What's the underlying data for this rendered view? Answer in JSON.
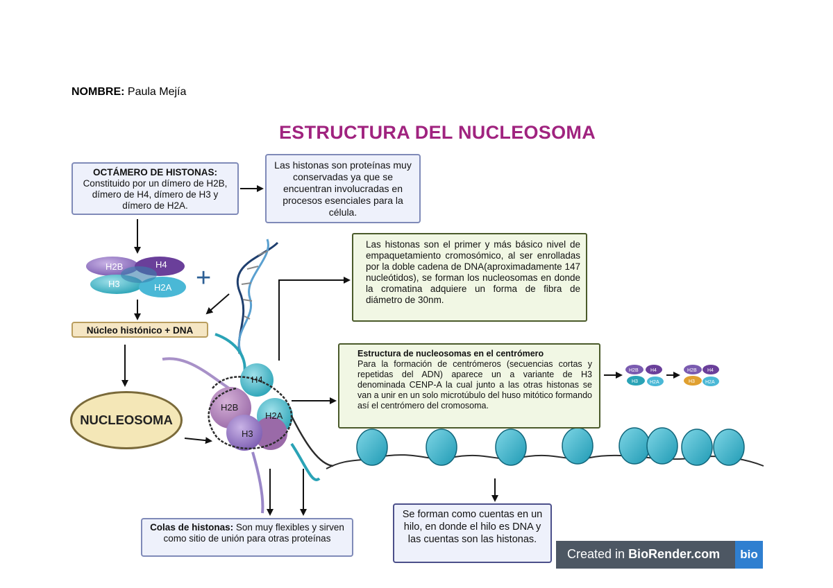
{
  "author": {
    "label": "NOMBRE:",
    "name": "Paula Mejía"
  },
  "title": "ESTRUCTURA DEL NUCLEOSOMA",
  "octamer": {
    "heading": "OCTÁMERO DE HISTONAS:",
    "text": "Constituido por un dímero de H2B, dímero de H4, dímero de H3 y dímero de H2A."
  },
  "conserved_box": "Las histonas son proteínas muy conservadas ya que se encuentran involucradas en procesos esenciales para la célula.",
  "packaging_box": "Las histonas son el primer y más básico nivel de empaquetamiento cromosómico, al ser enrolladas por la doble cadena de DNA(aproximadamente 147 nucleótidos), se forman los nucleosomas en donde la cromatina adquiere un forma de fibra de diámetro de 30nm.",
  "core_label": "Núcleo histónico + DNA",
  "nucleosome_label": "NUCLEOSOMA",
  "centromere": {
    "heading": "Estructura de nucleosomas en el centrómero",
    "text": "Para la formación de centrómeros (secuencias cortas y repetidas del ADN) aparece un a variante de H3 denominada CENP-A la cual junto a las otras histonas se van a unir en un solo microtúbulo del huso mitótico formando así el centrómero del cromosoma."
  },
  "tails_box": {
    "heading": "Colas de histonas:",
    "text": "Son muy flexibles y sirven como sitio de unión para otras proteínas"
  },
  "beads_box": "Se forman como cuentas en un hilo, en donde el hilo es DNA y las cuentas son las histonas.",
  "histones": {
    "h2b": "H2B",
    "h4": "H4",
    "h3": "H3",
    "h2a": "H2A",
    "plus": "+"
  },
  "badge": {
    "prefix": "Created in ",
    "brand": "BioRender.com",
    "logo": "bio"
  },
  "colors": {
    "title": "#a0237f",
    "h2b": "#7a5bb0",
    "h4": "#6a3f9a",
    "h3": "#2aa3b6",
    "h2a": "#4ab8d6",
    "cenp_a": "#e0a030",
    "fiber": "#3cb6cf",
    "dna": "#1f3f6e"
  }
}
